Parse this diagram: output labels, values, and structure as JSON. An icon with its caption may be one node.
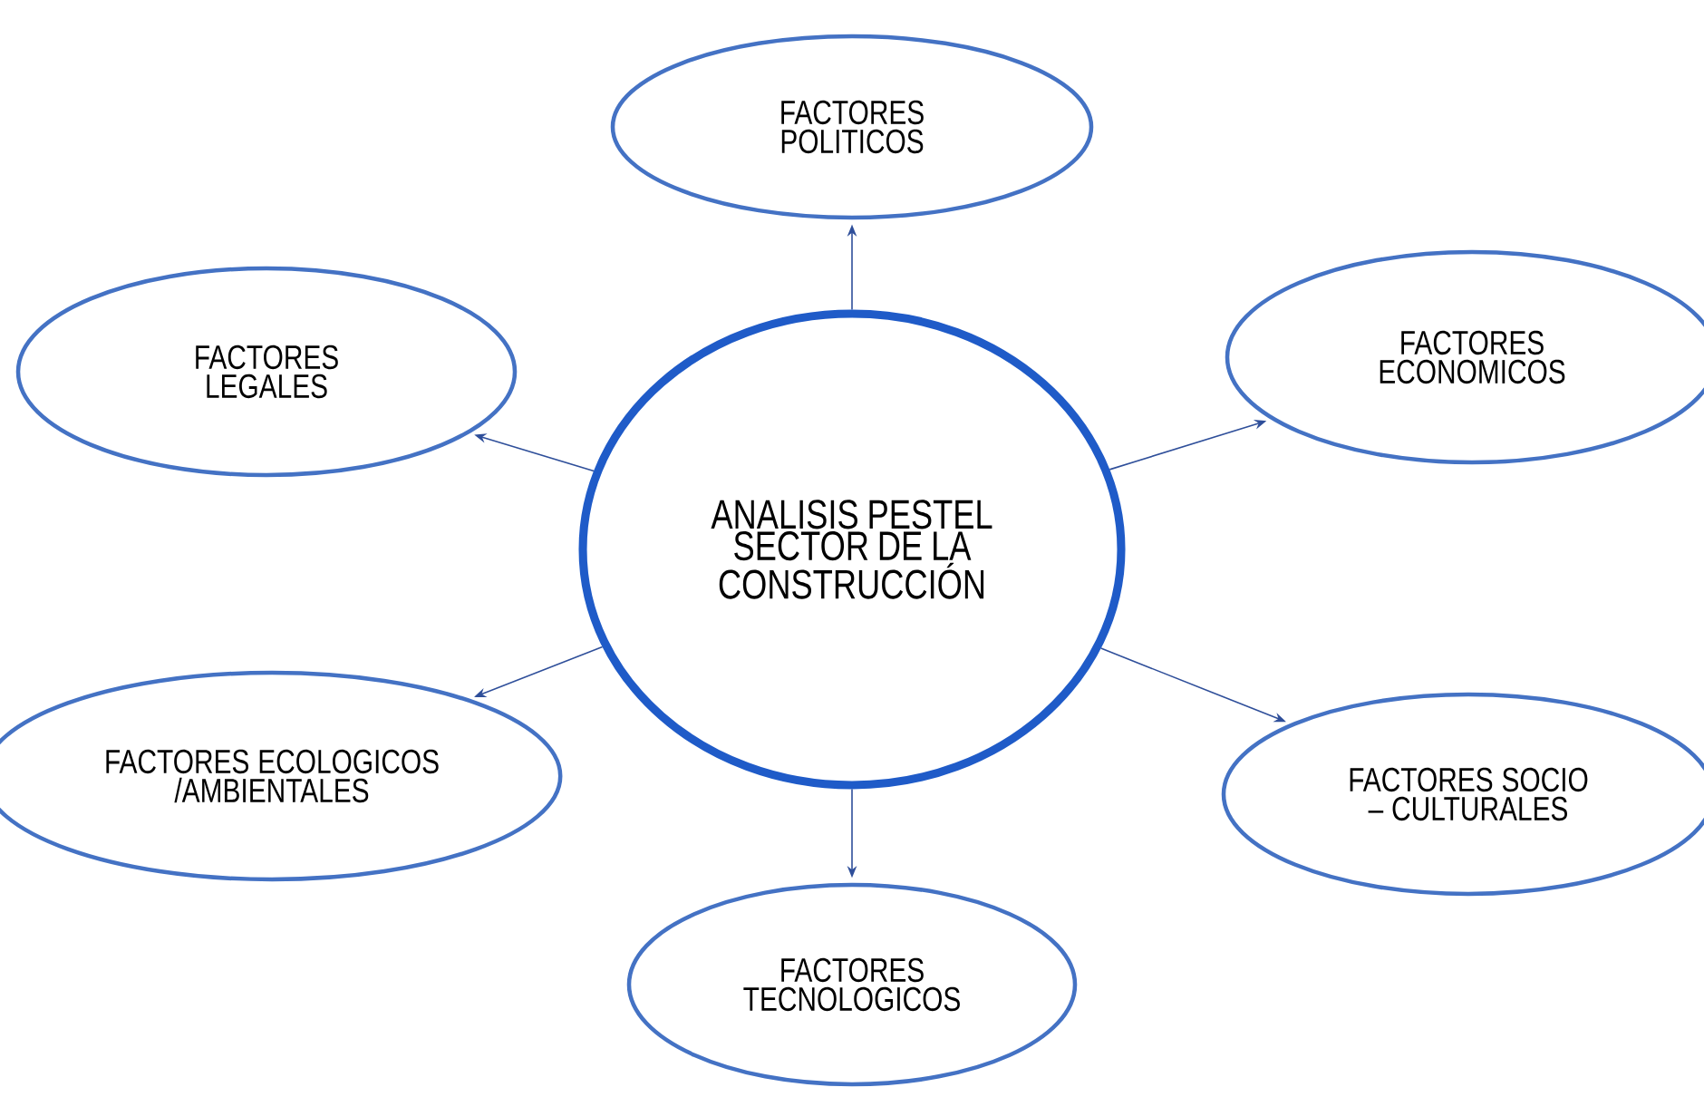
{
  "diagram": {
    "nodes": [
      {
        "text": [
          "FACTORES POLITICOS"
        ]
      },
      {
        "text": [
          "FACTORES LEGALES"
        ]
      },
      {
        "text": [
          "FACTORES ECONOMICOS"
        ]
      },
      {
        "text": [
          "ANALISIS PESTEL SECTOR DE LA CONSTRUCCIÓN"
        ]
      },
      {
        "text": [
          "FACTORES ECOLOGICOS /AMBIENTALES"
        ]
      },
      {
        "text": [
          "FACTORES SOCIO – CULTURALES"
        ]
      },
      {
        "text": [
          "FACTORES TECNOLOGICOS"
        ]
      }
    ],
    "edges": [
      {
        "from": 3,
        "to": 0,
        "arrow": "to"
      },
      {
        "from": 3,
        "to": 1,
        "arrow": "to"
      },
      {
        "from": 3,
        "to": 2,
        "arrow": "to"
      },
      {
        "from": 3,
        "to": 4,
        "arrow": "to"
      },
      {
        "from": 3,
        "to": 5,
        "arrow": "to"
      },
      {
        "from": 3,
        "to": 6,
        "arrow": "to"
      }
    ]
  }
}
